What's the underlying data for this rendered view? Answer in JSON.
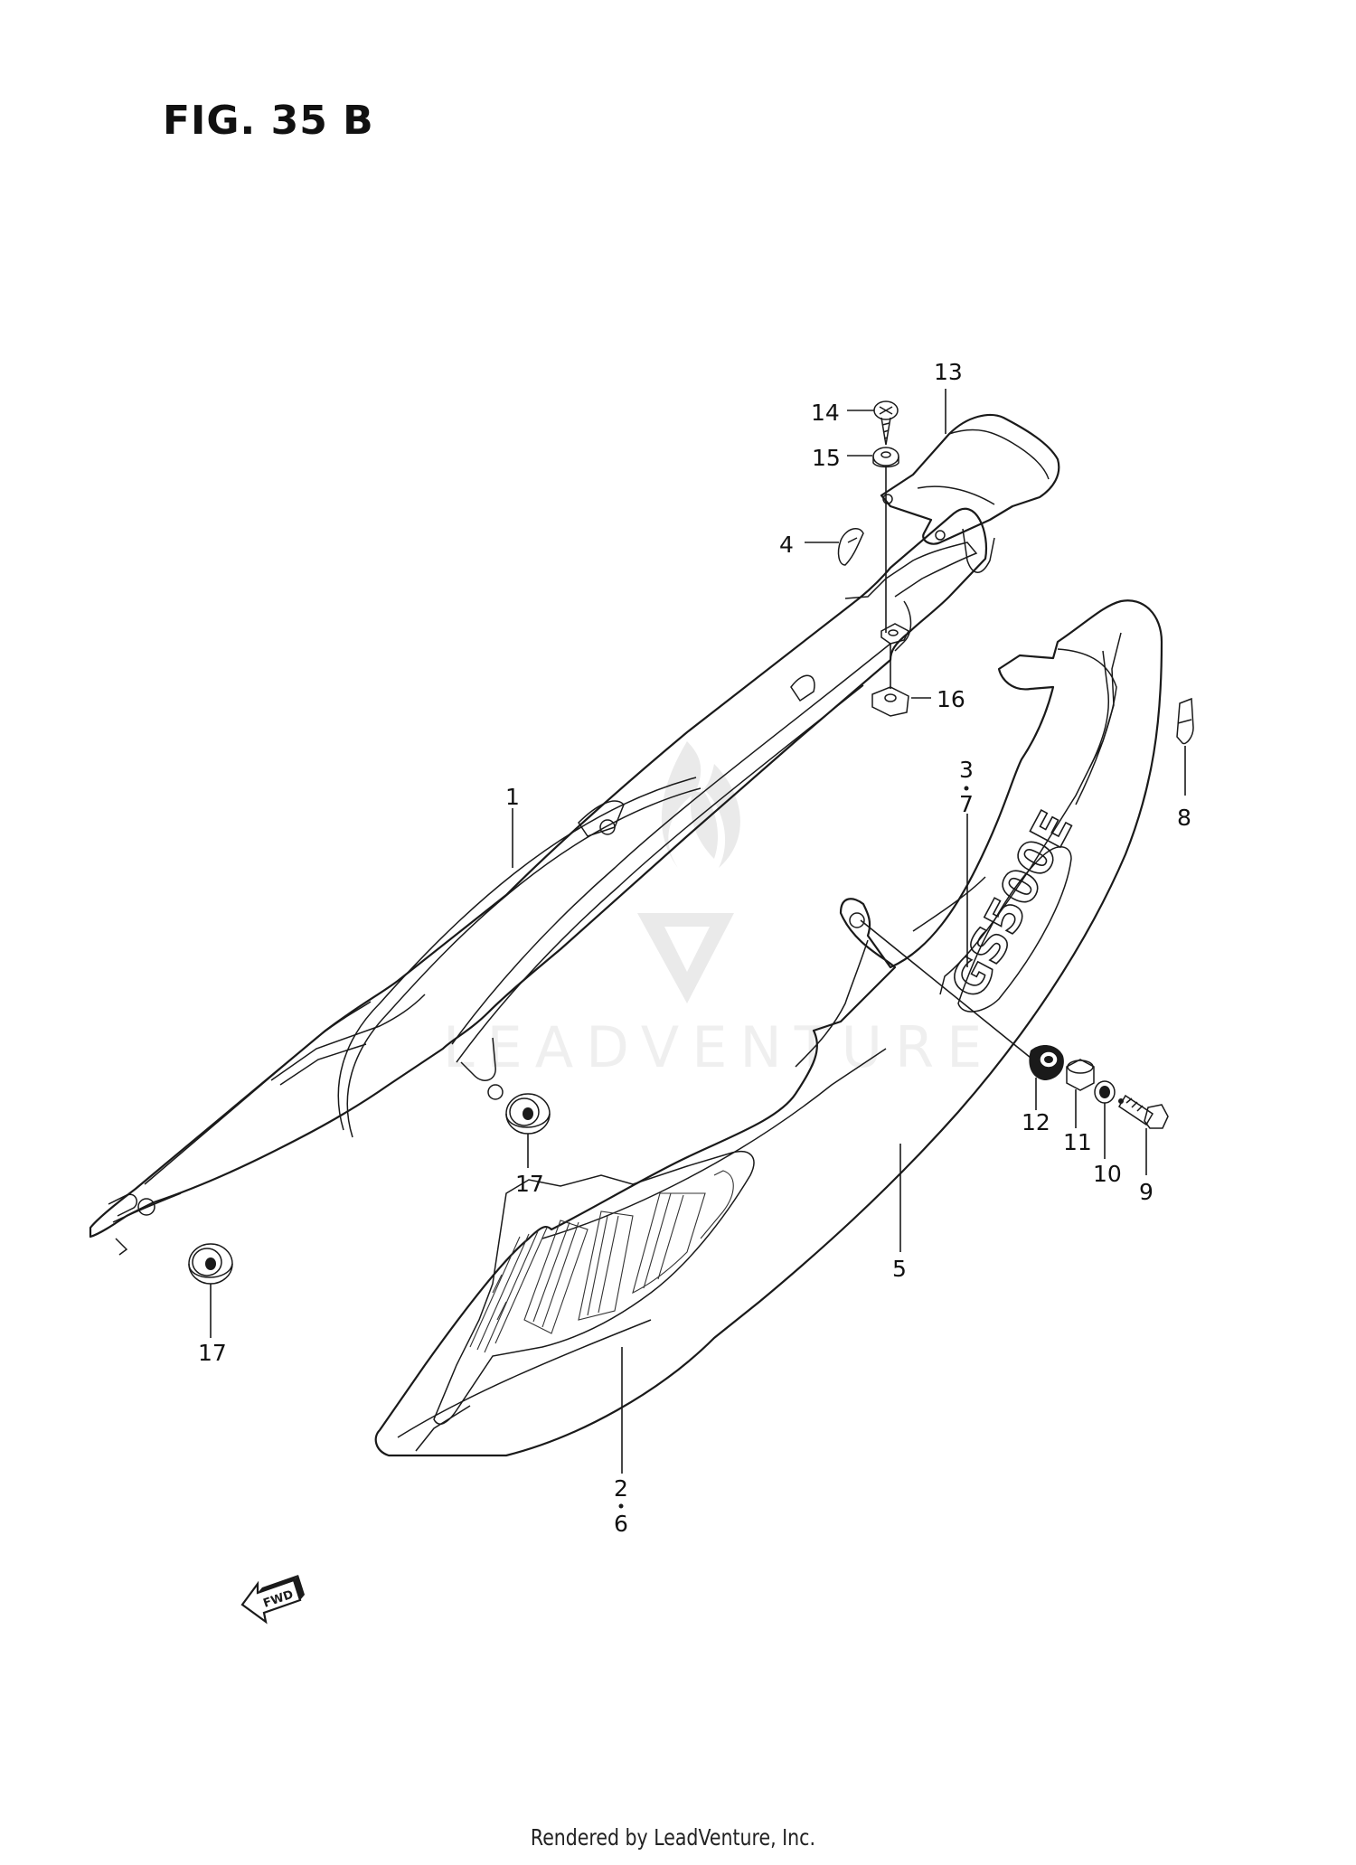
{
  "figure": {
    "title": "FIG. 35 B"
  },
  "callouts": {
    "c1": "1",
    "c2": "2",
    "c3": "3",
    "c4": "4",
    "c5": "5",
    "c6": "6",
    "c7": "7",
    "c8": "8",
    "c9": "9",
    "c10": "10",
    "c11": "11",
    "c12": "12",
    "c13": "13",
    "c14": "14",
    "c15": "15",
    "c16": "16",
    "c17a": "17",
    "c17b": "17"
  },
  "direction_marker": {
    "label": "FWD"
  },
  "decal": {
    "text": "GS500E"
  },
  "watermark": {
    "text": "LEADVENTURE"
  },
  "footer": {
    "text": "Rendered by LeadVenture, Inc."
  }
}
